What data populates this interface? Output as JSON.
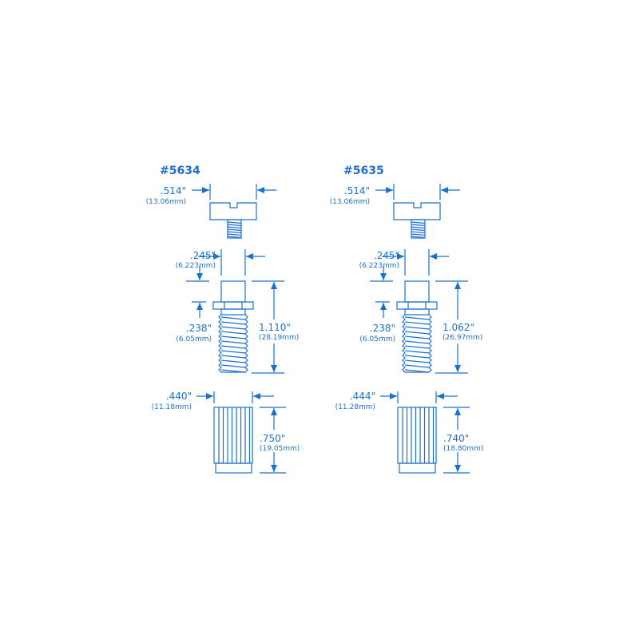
{
  "accent_color": "#1b6fd3",
  "parts": [
    {
      "title": "#5634",
      "screw_width": ".514\"",
      "screw_width_mm": "(13.06mm)",
      "post_width": ".245\"",
      "post_width_mm": "(6.223mm)",
      "flange_depth": ".238\"",
      "flange_depth_mm": "(6.05mm)",
      "post_length": "1.110\"",
      "post_length_mm": "(28.19mm)",
      "knob_width": ".440\"",
      "knob_width_mm": "(11.18mm)",
      "knob_height": ".750\"",
      "knob_height_mm": "(19.05mm)"
    },
    {
      "title": "#5635",
      "screw_width": ".514\"",
      "screw_width_mm": "(13.06mm)",
      "post_width": ".245\"",
      "post_width_mm": "(6.223mm)",
      "flange_depth": ".238\"",
      "flange_depth_mm": "(6.05mm)",
      "post_length": "1.062\"",
      "post_length_mm": "(26.97mm)",
      "knob_width": ".444\"",
      "knob_width_mm": "(11.28mm)",
      "knob_height": ".740\"",
      "knob_height_mm": "(18.80mm)"
    }
  ]
}
